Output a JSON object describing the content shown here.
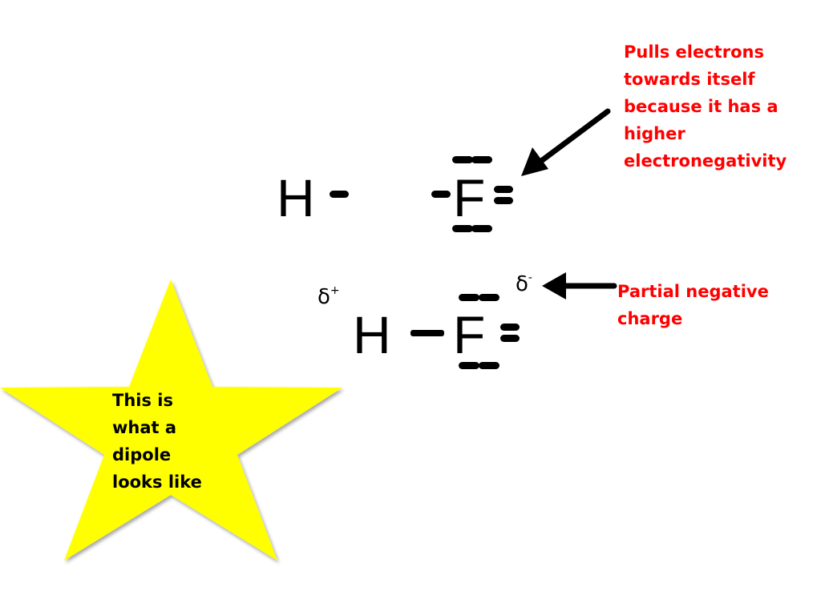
{
  "colors": {
    "annotation_text": "#ff0000",
    "star_fill": "#ffff00",
    "ink": "#000000",
    "background": "#ffffff"
  },
  "top_molecule": {
    "atom_h": "H",
    "atom_f": "F"
  },
  "bottom_molecule": {
    "atom_h": "H",
    "atom_f": "F",
    "delta_plus": {
      "symbol": "δ",
      "sign": "+"
    },
    "delta_minus": {
      "symbol": "δ",
      "sign": "-"
    }
  },
  "annotations": {
    "electronegativity_note": "Pulls electrons\ntowards itself\nbecause it has a\nhigher\nelectronegativity",
    "partial_charge_note": "Partial negative\ncharge"
  },
  "star": {
    "icon": "star-icon",
    "text": "This is\nwhat a\ndipole\nlooks like"
  },
  "arrows": [
    "arrow-icon",
    "arrow-icon"
  ]
}
